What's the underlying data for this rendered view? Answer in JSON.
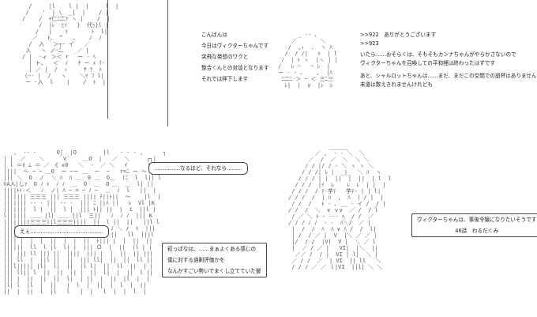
{
  "panel1": {
    "lines": [
      "こんばんは",
      "今日はヴィクターちゃんです",
      "突飛な発想のワクと",
      "整合くんとの対談となります",
      "それでは拝下します"
    ]
  },
  "panel2": {
    "lines": [
      ">>922　ありがとうございます",
      ">>923",
      "いたら……おそらくは、そもそもカンナちゃんがやらかさないので",
      "ヴィクターちゃんを召喚しての平和裡は終わったはずです",
      "あと、シャルロットちゃんは……まだ、まだこの空間での崩杯はありません",
      "未道は数えきれませんけれども"
    ]
  },
  "panel3": {
    "bubble_top": "……………なるほど、それなら………",
    "bubble_left": "えぇ……………………………………",
    "box_lines": [
      "初っぱなは、……まぁよくある感じの",
      "僕に対する過剰評価かを",
      "なんかすごい勢いでまくし立てていた彼"
    ]
  },
  "panel4": {
    "box_lines": [
      "ヴィクターちゃんは、事後令嬢になりたいそうです",
      "46話　わるだくみ"
    ]
  }
}
